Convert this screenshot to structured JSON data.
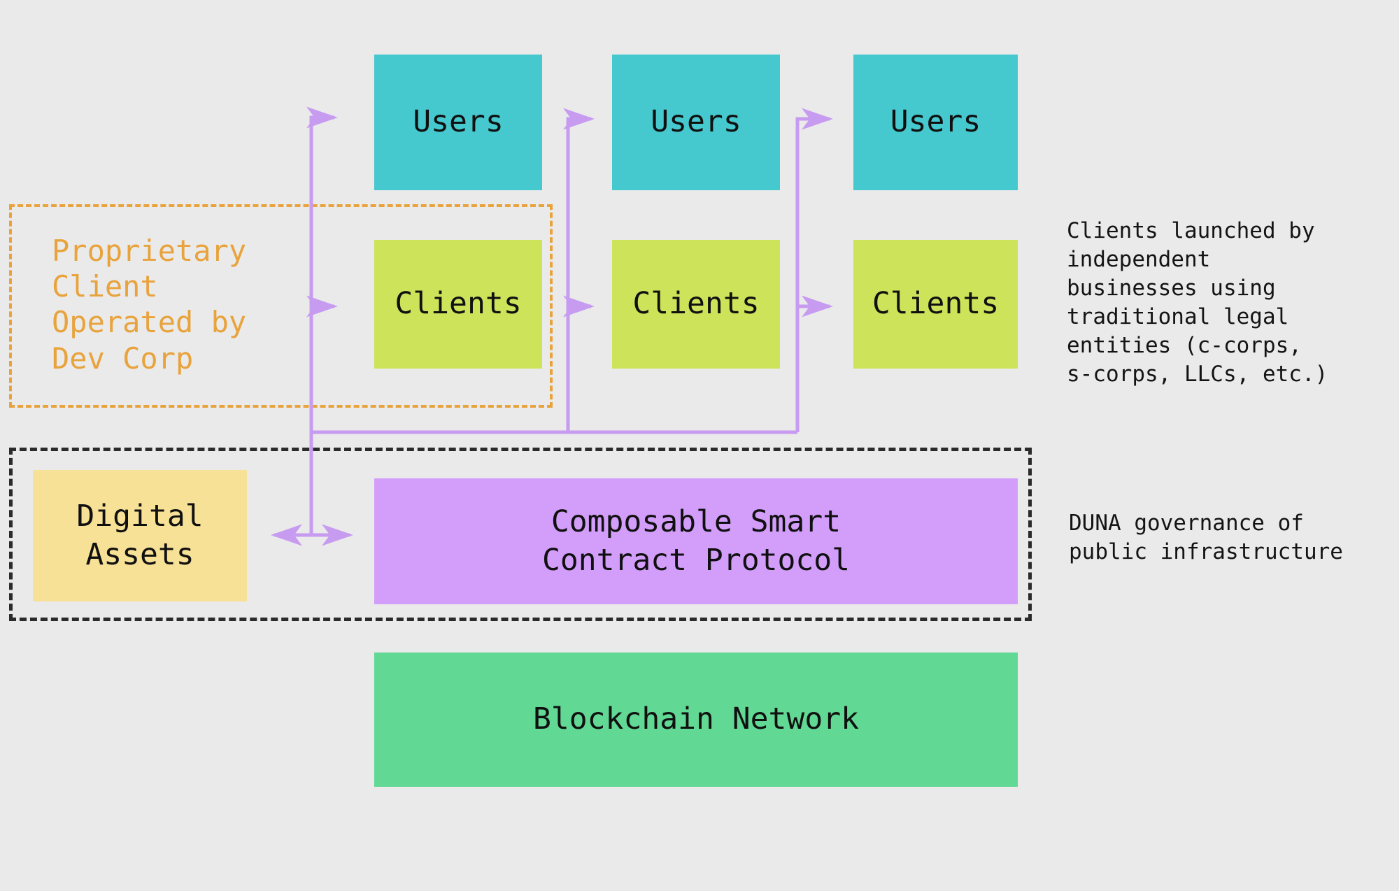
{
  "diagram": {
    "background_color": "#eaeaea",
    "colors": {
      "users": "#45c8ce",
      "clients": "#cce35a",
      "protocol": "#d39dfa",
      "blockchain": "#61d894",
      "digital_assets": "#f7e197",
      "arrow": "#c79bf0",
      "dev_corp_border": "#e8a33d",
      "duna_border": "#2b2b2b",
      "text": "#101010"
    },
    "nodes": {
      "users_1": "Users",
      "users_2": "Users",
      "users_3": "Users",
      "clients_1": "Clients",
      "clients_2": "Clients",
      "clients_3": "Clients",
      "digital_assets": "Digital\nAssets",
      "protocol": "Composable Smart\nContract Protocol",
      "blockchain": "Blockchain Network"
    },
    "groups": {
      "dev_corp_label": "Proprietary\nClient\nOperated by\nDev Corp",
      "duna_label": ""
    },
    "annotations": {
      "clients_note": "Clients launched by\nindependent\nbusinesses using\ntraditional legal\nentities (c-corps,\ns-corps, LLCs, etc.)",
      "duna_note": "DUNA governance of\npublic  infrastructure"
    }
  }
}
